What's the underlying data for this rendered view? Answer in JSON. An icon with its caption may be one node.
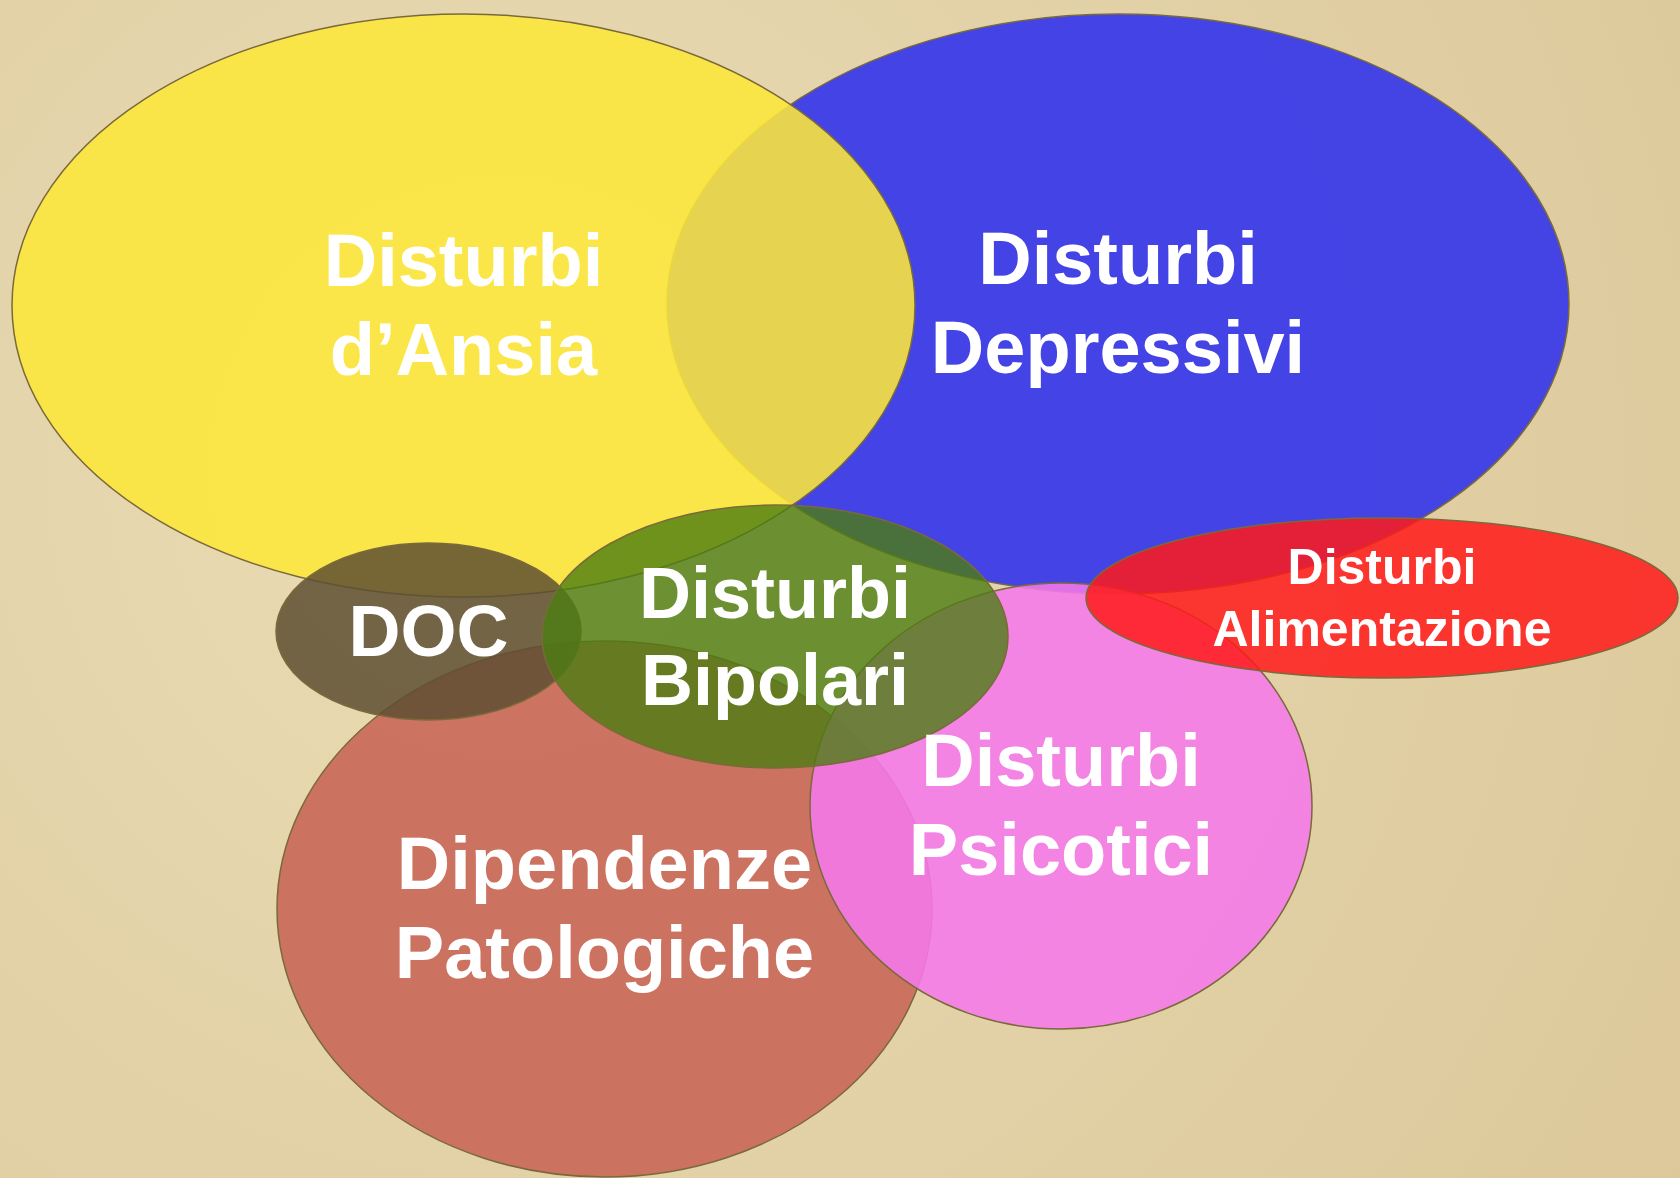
{
  "diagram": {
    "nodes": [
      {
        "text": [
          "Disturbi d’Ansia"
        ]
      },
      {
        "text": [
          "Disturbi Depressivi"
        ]
      },
      {
        "text": [
          "DOC"
        ]
      },
      {
        "text": [
          "Disturbi Bipolari"
        ]
      },
      {
        "text": [
          "Disturbi Alimentazione"
        ]
      },
      {
        "text": [
          "Disturbi Psicotici"
        ]
      },
      {
        "text": [
          "Dipendenze Patologiche"
        ]
      }
    ]
  }
}
